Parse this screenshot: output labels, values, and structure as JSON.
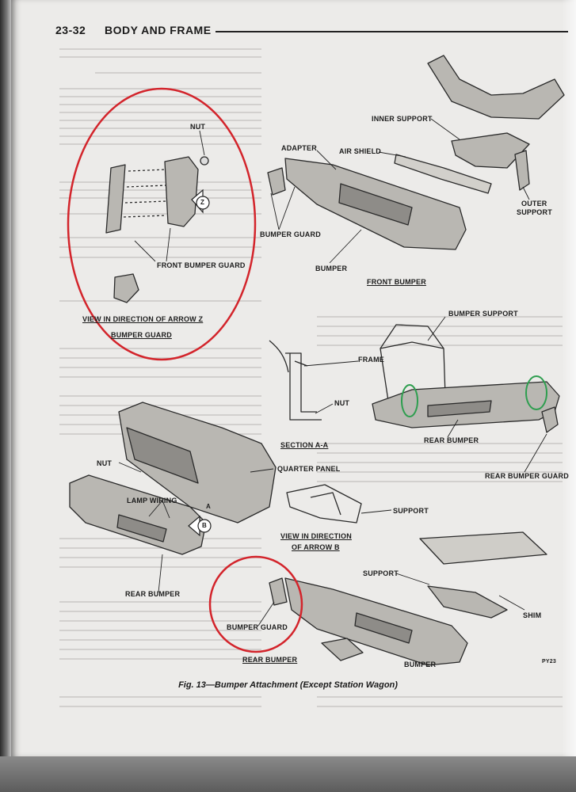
{
  "header": {
    "page_number": "23-32",
    "section_title": "BODY AND FRAME"
  },
  "labels": {
    "nut_top": "NUT",
    "front_bumper_guard": "FRONT BUMPER GUARD",
    "view_arrow_z": "VIEW IN DIRECTION OF ARROW Z",
    "bumper_guard_upper": "BUMPER GUARD",
    "adapter": "ADAPTER",
    "inner_support": "INNER SUPPORT",
    "air_shield": "AIR SHIELD",
    "bumper_guard_mid": "BUMPER GUARD",
    "outer_support_1": "OUTER",
    "outer_support_2": "SUPPORT",
    "bumper_front": "BUMPER",
    "front_bumper": "FRONT BUMPER",
    "bumper_support": "BUMPER SUPPORT",
    "frame": "FRAME",
    "nut_section": "NUT",
    "section_aa": "SECTION A-A",
    "rear_bumper_right": "REAR BUMPER",
    "rear_bumper_guard": "REAR BUMPER GUARD",
    "nut_left": "NUT",
    "quarter_panel": "QUARTER PANEL",
    "lamp_wiring": "LAMP WIRING",
    "support_b": "SUPPORT",
    "view_arrow_b_1": "VIEW IN DIRECTION",
    "view_arrow_b_2": "OF ARROW B",
    "rear_bumper_left": "REAR BUMPER",
    "support_bottom": "SUPPORT",
    "shim": "SHIM",
    "bumper_guard_lower": "BUMPER GUARD",
    "rear_bumper_bottom": "REAR BUMPER",
    "bumper_bottom": "BUMPER",
    "fig_code": "PY23",
    "callout_z": "Z",
    "callout_b": "B",
    "section_mark": "A"
  },
  "caption": "Fig. 13—Bumper Attachment (Except Station Wagon)",
  "colors": {
    "annotation_red": "#d3242b",
    "annotation_green": "#2e9e4f",
    "ink": "#1c1c1c",
    "paper": "#ecebe9"
  }
}
